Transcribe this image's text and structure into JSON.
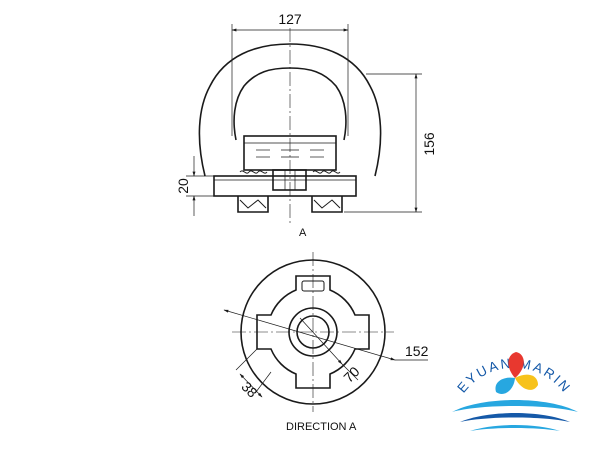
{
  "diagram": {
    "dimensions": {
      "width_top": "127",
      "height_right": "156",
      "base_left": "20",
      "outer_diameter": "152",
      "bore_diameter": "70",
      "slot_width": "38"
    },
    "labels": {
      "view_marker": "A",
      "direction_caption": "DIRECTION A"
    },
    "colors": {
      "line": "#1a1a1a",
      "brand_blue": "#1559a8",
      "logo_red": "#e8382f",
      "logo_yellow": "#f7c21b",
      "logo_cyan": "#27a7e0"
    }
  },
  "brand": {
    "name": "DEYUAN MARINE"
  }
}
